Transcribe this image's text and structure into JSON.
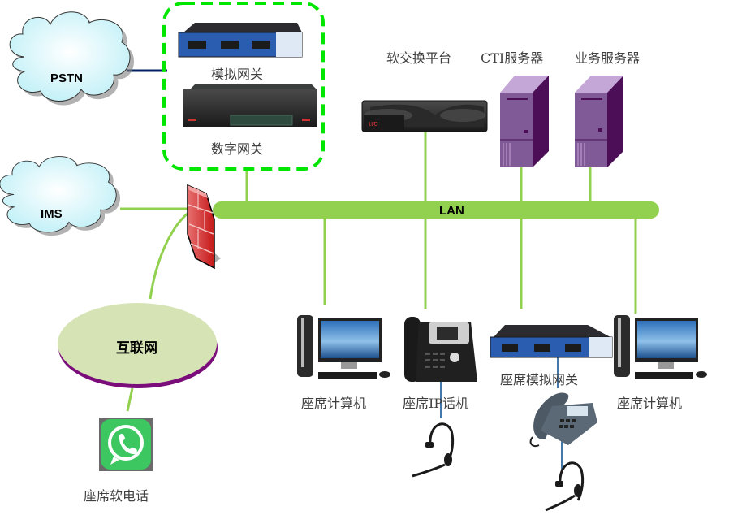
{
  "diagram": {
    "type": "call-center network topology",
    "colors": {
      "lan": "#92d050",
      "gateway_group_border": "#00e600",
      "cloud_fill": "#ccf5fa",
      "internet_fill": "#d6e4b5",
      "internet_edge": "#7b0d7b",
      "server": "#7f5a96",
      "firewall": "#d9292b",
      "pstn_link": "#002060",
      "phone_cord": "#4477aa"
    },
    "clouds": [
      {
        "id": "pstn",
        "label": "PSTN"
      },
      {
        "id": "ims",
        "label": "IMS"
      }
    ],
    "internet": {
      "label": "互联网"
    },
    "lan": {
      "label": "LAN"
    },
    "gateway_group": {
      "analog_gateway": "模拟网关",
      "digital_gateway": "数字网关"
    },
    "servers": {
      "softswitch": "软交换平台",
      "cti_server": "CTI服务器",
      "business_server": "业务服务器"
    },
    "agents": {
      "computer_left": "座席计算机",
      "ip_phone": "座席IP话机",
      "analog_gateway": "座席模拟网关",
      "computer_right": "座席计算机",
      "softphone": "座席软电话"
    },
    "icons": [
      "cloud-icon",
      "firewall-icon",
      "gateway-icon",
      "server-icon",
      "computer-icon",
      "ip-phone-icon",
      "desk-phone-icon",
      "headset-icon",
      "whatsapp-icon"
    ]
  }
}
